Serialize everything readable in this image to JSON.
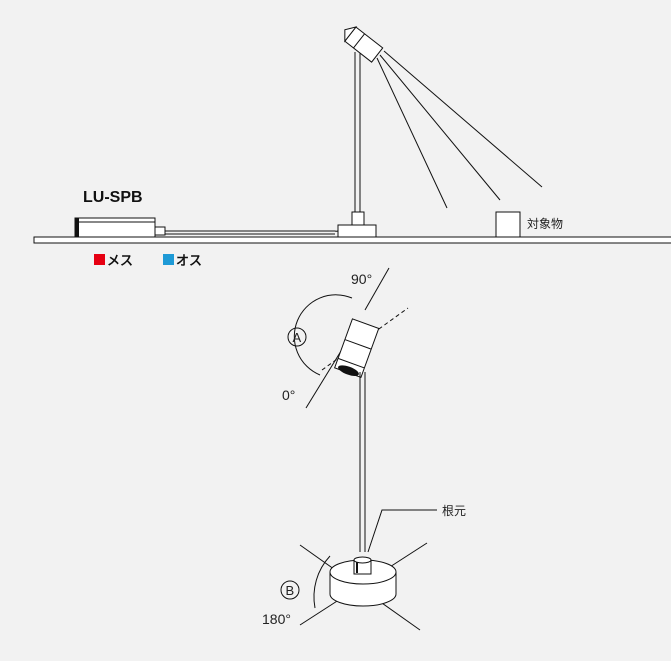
{
  "top_view": {
    "model": "LU-SPB",
    "target": "対象物",
    "legend": [
      {
        "label": "メス",
        "color": "#e60012"
      },
      {
        "label": "オス",
        "color": "#1e9ad6"
      }
    ]
  },
  "detail_view": {
    "angle_top": "90°",
    "angle_left": "0°",
    "angle_bottom": "180°",
    "marker_a": "A",
    "marker_b": "B",
    "base_label": "根元"
  }
}
